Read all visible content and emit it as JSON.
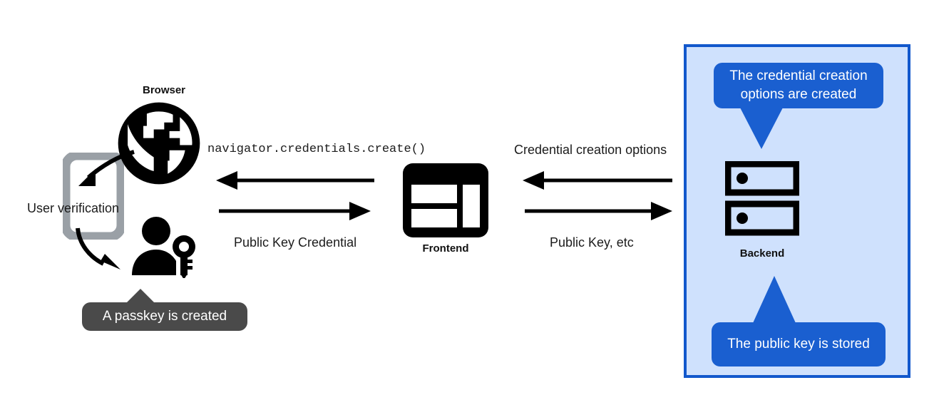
{
  "diagram": {
    "title_browser": "Browser",
    "title_frontend": "Frontend",
    "title_backend": "Backend",
    "label_user_verification": "User verification",
    "label_navigator_call": "navigator.credentials.create()",
    "label_public_key_credential": "Public Key Credential",
    "label_credential_creation_options": "Credential creation options",
    "label_public_key_etc": "Public Key, etc",
    "callout_passkey_created": "A passkey is created",
    "callout_options_created": "The credential creation options are created",
    "callout_public_key_stored": "The public key is stored"
  },
  "icons": {
    "globe": "globe-icon",
    "phone": "phone-icon",
    "user_key": "user-with-key-icon",
    "window": "browser-window-icon",
    "server": "server-rack-icon"
  },
  "colors": {
    "panel_background": "#cfe1fd",
    "panel_border": "#1258cc",
    "callout_blue": "#1a5fd0",
    "callout_gray": "#4a4a4a",
    "icon_black": "#000000",
    "phone_gray": "#9aa0a6",
    "page_background": "#ffffff",
    "text": "#1b1b1b"
  }
}
